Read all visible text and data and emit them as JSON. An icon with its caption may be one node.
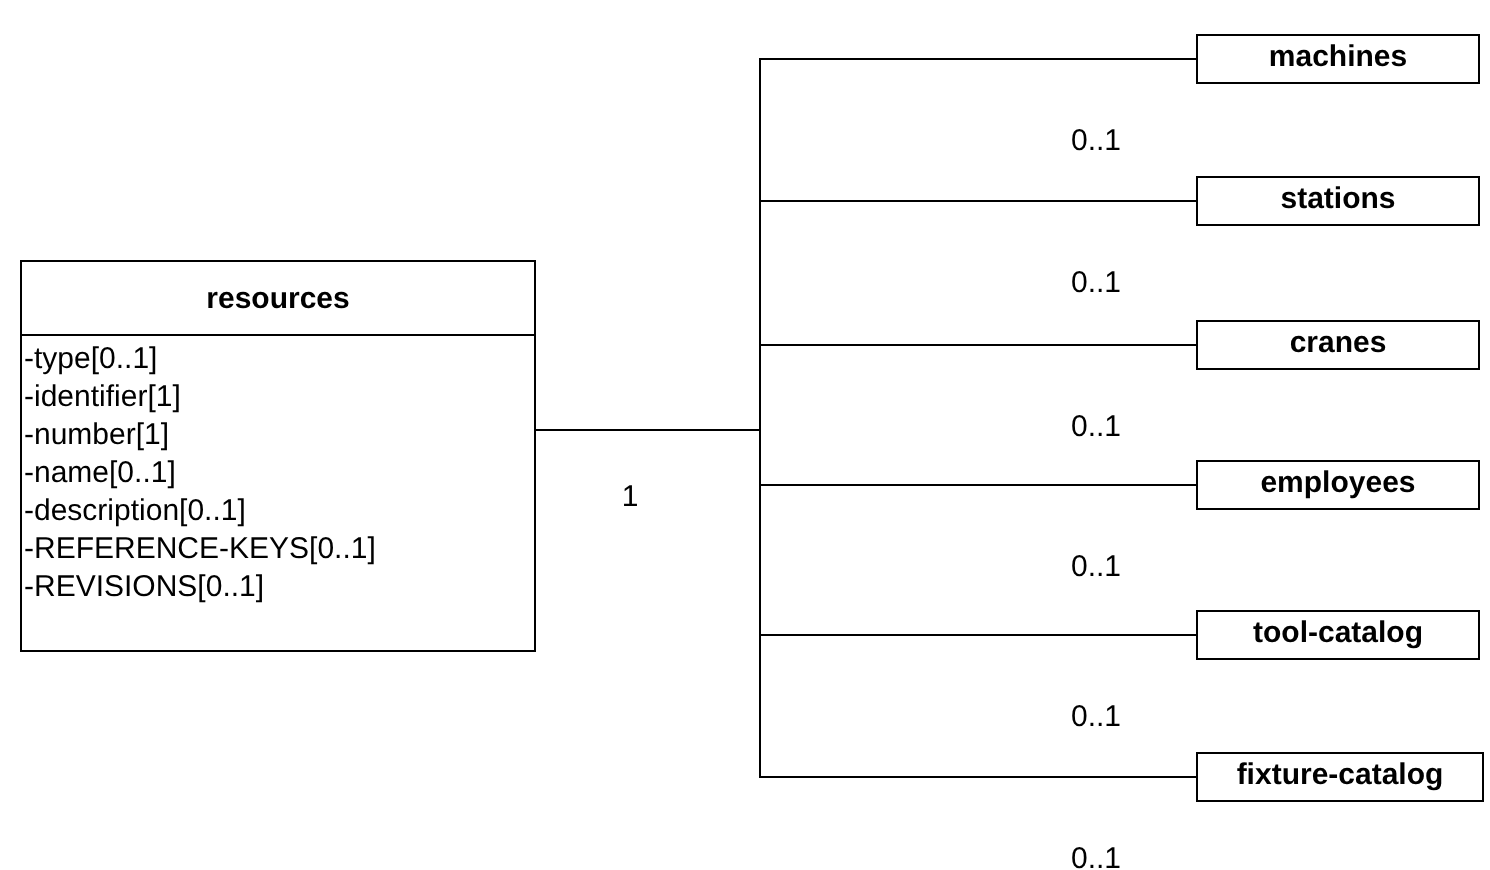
{
  "diagram": {
    "nodes": [
      {
        "text": [
          "resources",
          "-type[0..1]",
          "-identifier[1]",
          "-number[1]",
          "-name[0..1]",
          "-description[0..1]",
          "-REFERENCE-KEYS[0..1]",
          "-REVISIONS[0..1]"
        ]
      },
      {
        "text": [
          "machines"
        ]
      },
      {
        "text": [
          "stations"
        ]
      },
      {
        "text": [
          "cranes"
        ]
      },
      {
        "text": [
          "employees"
        ]
      },
      {
        "text": [
          "tool-catalog"
        ]
      },
      {
        "text": [
          "fixture-catalog"
        ]
      }
    ],
    "edges": [
      {
        "from": 0,
        "to": 1,
        "arrow": "none",
        "label": "0..1"
      },
      {
        "from": 0,
        "to": 2,
        "arrow": "none",
        "label": "0..1"
      },
      {
        "from": 0,
        "to": 3,
        "arrow": "none",
        "label": "0..1"
      },
      {
        "from": 0,
        "to": 4,
        "arrow": "none",
        "label": "0..1"
      },
      {
        "from": 0,
        "to": 5,
        "arrow": "none",
        "label": "0..1"
      },
      {
        "from": 0,
        "to": 6,
        "arrow": "none",
        "label": "0..1"
      }
    ],
    "labels": [
      "1"
    ]
  }
}
